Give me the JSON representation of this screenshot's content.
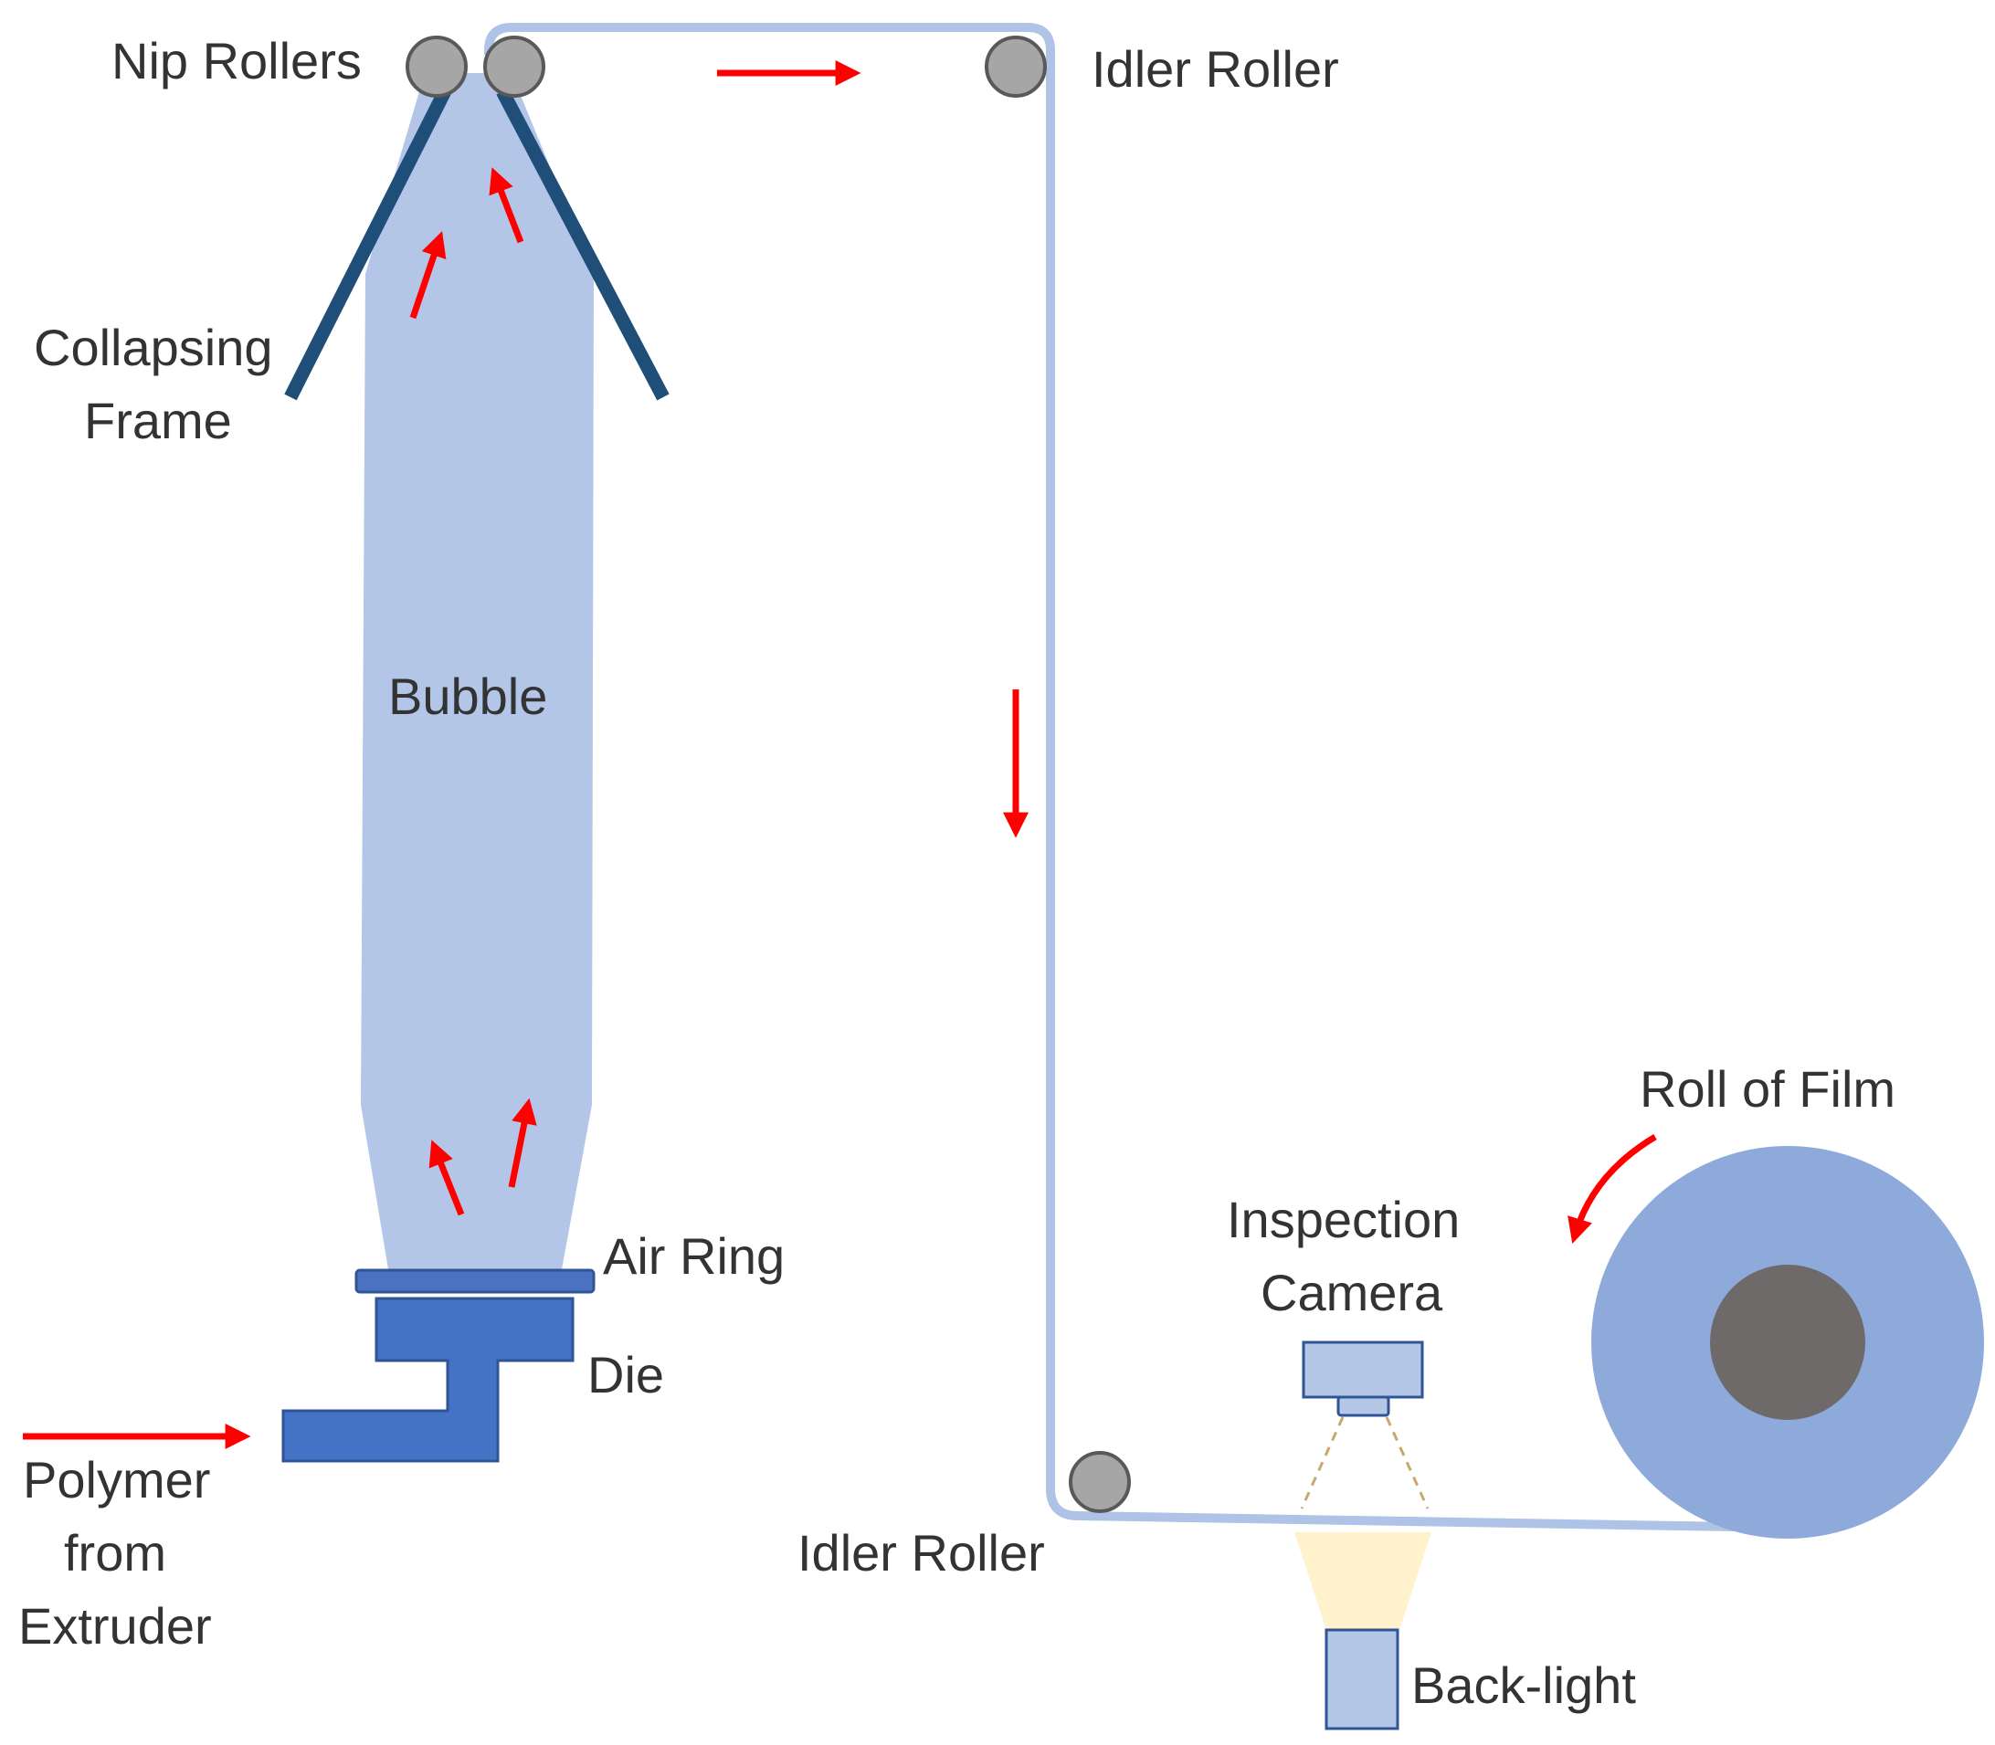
{
  "labels": {
    "nip_rollers": "Nip Rollers",
    "idler_roller_top": "Idler Roller",
    "collapsing_frame_1": "Collapsing",
    "collapsing_frame_2": "Frame",
    "bubble": "Bubble",
    "air_ring": "Air Ring",
    "die": "Die",
    "polymer_1": "Polymer",
    "polymer_2": "from",
    "polymer_3": "Extruder",
    "idler_roller_bottom": "Idler Roller",
    "inspection_camera_1": "Inspection",
    "inspection_camera_2": "Camera",
    "roll_of_film": "Roll of Film",
    "back_light": "Back-light"
  },
  "colors": {
    "bubble": "#b3c6e7",
    "film_path": "#aec3e6",
    "frame": "#1f4e79",
    "roller_fill": "#a6a6a6",
    "roller_stroke": "#595959",
    "die": "#4472c4",
    "air_ring": "#4a72c0",
    "roll": "#8eaadb",
    "roll_core": "#6e6a6a",
    "camera": "#b4c7e7",
    "camera_stroke": "#2f5597",
    "light_cone": "#fff2cc",
    "back_light": "#b4c7e7",
    "arrow": "#ff0000",
    "camera_view": "#c9a86a"
  }
}
